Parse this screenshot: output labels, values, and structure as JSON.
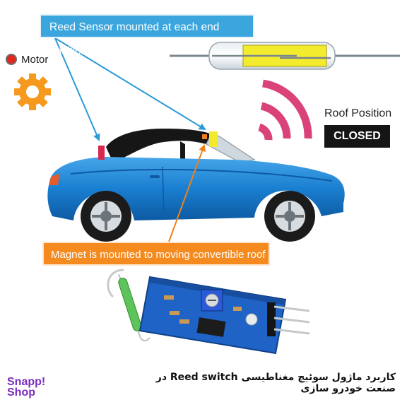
{
  "callouts": {
    "reed_sensor": "Reed Sensor mounted at each end position",
    "magnet": "Magnet is mounted to moving convertible roof"
  },
  "motor": {
    "label": "Motor"
  },
  "roof": {
    "title": "Roof Position",
    "status": "CLOSED"
  },
  "caption": "کاربرد ماژول سوئیچ مغناطیسی Reed switch در صنعت خودرو سازی",
  "logo": {
    "line1": "Snapp!",
    "line2": "Shop"
  },
  "colors": {
    "callout_blue": "#3aa6dd",
    "callout_orange": "#f58a1f",
    "car_body": "#1a7fd0",
    "gear": "#f59a1e",
    "signal_waves": "#d9437a",
    "reed_glass_fill": "#f3ec2e",
    "pcb": "#1f63c6",
    "logo": "#7a2cbf"
  },
  "icons": [
    "motor-status-icon",
    "gear-icon",
    "signal-waves-icon",
    "reed-switch-icon",
    "car-illustration",
    "sensor-module-illustration"
  ]
}
